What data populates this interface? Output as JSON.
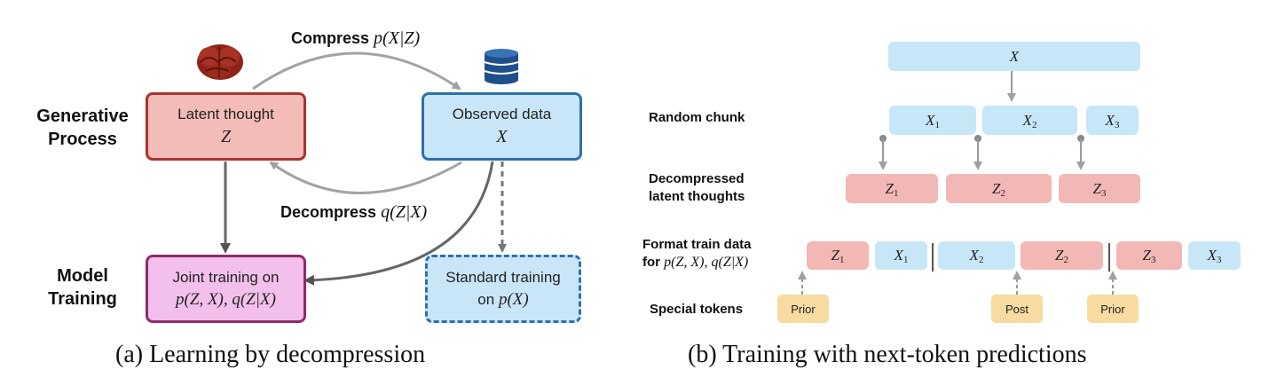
{
  "panel_a": {
    "row_label_generative": [
      "Generative",
      "Process"
    ],
    "row_label_model": [
      "Model",
      "Training"
    ],
    "latent_box": {
      "title": "Latent thought",
      "var": "Z"
    },
    "observed_box": {
      "title": "Observed data",
      "var": "X"
    },
    "joint_box": {
      "line1": "Joint training on",
      "line2": "p(Z, X), q(Z|X)"
    },
    "standard_box": {
      "line1": "Standard training",
      "line2_prefix": "on ",
      "line2_math": "p(X)"
    },
    "compress_label": {
      "word": "Compress ",
      "math": "p(X|Z)"
    },
    "decompress_label": {
      "word": "Decompress ",
      "math": "q(Z|X)"
    },
    "brain_icon": "brain-icon",
    "database_icon": "database-icon",
    "caption": "(a) Learning by decompression"
  },
  "panel_b": {
    "labels": {
      "random_chunk": "Random chunk",
      "decompressed_1": "Decompressed",
      "decompressed_2": "latent thoughts",
      "format_1": "Format train data",
      "format_2_prefix": "for ",
      "format_2_math": "p(Z, X), q(Z|X)",
      "special_tokens": "Special tokens"
    },
    "top_token": "X",
    "chunks": [
      {
        "base": "X",
        "sub": "1"
      },
      {
        "base": "X",
        "sub": "2"
      },
      {
        "base": "X",
        "sub": "3"
      }
    ],
    "latents": [
      {
        "base": "Z",
        "sub": "1"
      },
      {
        "base": "Z",
        "sub": "2"
      },
      {
        "base": "Z",
        "sub": "3"
      }
    ],
    "sequence": [
      {
        "base": "Z",
        "sub": "1",
        "color": "red"
      },
      {
        "base": "X",
        "sub": "1",
        "color": "blue"
      },
      {
        "base": "X",
        "sub": "2",
        "color": "blue"
      },
      {
        "base": "Z",
        "sub": "2",
        "color": "red"
      },
      {
        "base": "Z",
        "sub": "3",
        "color": "red"
      },
      {
        "base": "X",
        "sub": "3",
        "color": "blue"
      }
    ],
    "special": [
      "Prior",
      "Post",
      "Prior"
    ],
    "caption": "(b) Training with next-token predictions"
  },
  "colors": {
    "latent_fill": "#f4bcb8",
    "latent_border": "#a7342f",
    "observed_fill": "#c9e6f8",
    "observed_border": "#2e6fae",
    "joint_fill": "#f2c0ea",
    "joint_border": "#8e2a6c",
    "token_blue": "#c7e6f8",
    "token_red": "#f2b8b5",
    "special_yellow": "#f8dba0"
  }
}
